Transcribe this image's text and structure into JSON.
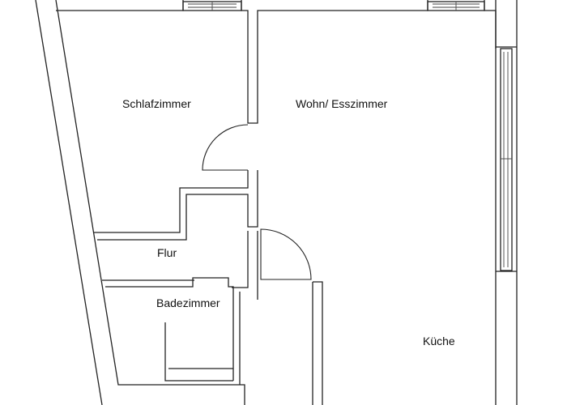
{
  "floorplan": {
    "rooms": [
      {
        "id": "schlafzimmer",
        "label": "Schlafzimmer"
      },
      {
        "id": "wohn-esszimmer",
        "label": "Wohn/ Esszimmer"
      },
      {
        "id": "flur",
        "label": "Flur"
      },
      {
        "id": "badezimmer",
        "label": "Badezimmer"
      },
      {
        "id": "kueche",
        "label": "Küche"
      }
    ]
  }
}
